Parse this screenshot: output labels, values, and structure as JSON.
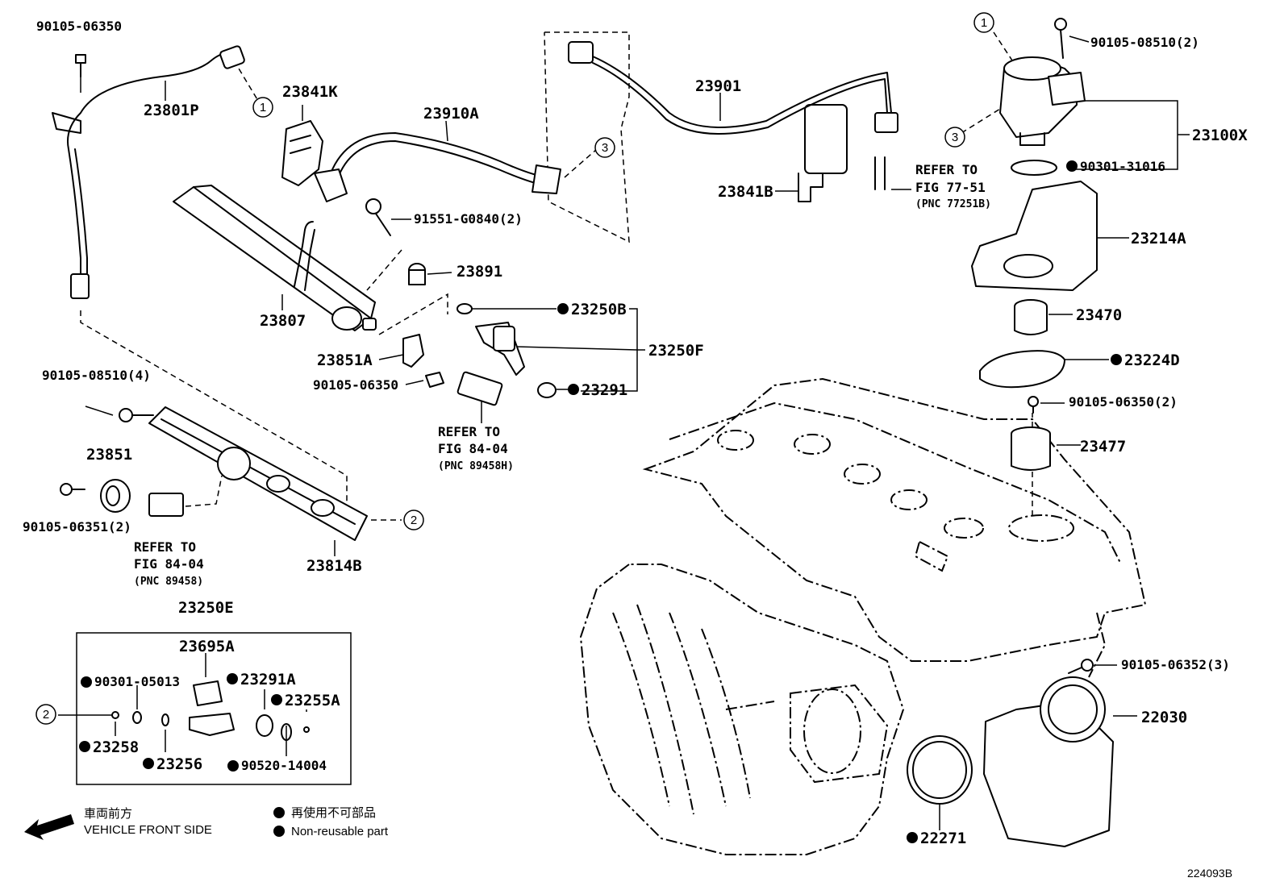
{
  "diagram_id": "224093B",
  "part_labels": [
    {
      "id": "p1",
      "text": "90105-06350"
    },
    {
      "id": "p2",
      "text": "23801P"
    },
    {
      "id": "p3",
      "text": "23841K"
    },
    {
      "id": "p4",
      "text": "23910A"
    },
    {
      "id": "p5",
      "text": "23901"
    },
    {
      "id": "p6",
      "text": "90105-08510(2)"
    },
    {
      "id": "p7",
      "text": "23100X"
    },
    {
      "id": "p8",
      "text": "90301-31016"
    },
    {
      "id": "p9",
      "text": "23841B"
    },
    {
      "id": "p10",
      "text": "91551-G0840(2)"
    },
    {
      "id": "p11",
      "text": "23891"
    },
    {
      "id": "p12",
      "text": "23807"
    },
    {
      "id": "p13",
      "text": "23214A"
    },
    {
      "id": "p14",
      "text": "23250B"
    },
    {
      "id": "p15",
      "text": "23250F"
    },
    {
      "id": "p16",
      "text": "23470"
    },
    {
      "id": "p17",
      "text": "23851A"
    },
    {
      "id": "p18",
      "text": "90105-06350"
    },
    {
      "id": "p19",
      "text": "23291"
    },
    {
      "id": "p20",
      "text": "23224D"
    },
    {
      "id": "p21",
      "text": "90105-08510(4)"
    },
    {
      "id": "p22",
      "text": "90105-06350(2)"
    },
    {
      "id": "p23",
      "text": "23477"
    },
    {
      "id": "p24",
      "text": "23851"
    },
    {
      "id": "p25",
      "text": "90105-06351(2)"
    },
    {
      "id": "p26",
      "text": "23814B"
    },
    {
      "id": "p27",
      "text": "23250E"
    },
    {
      "id": "p28",
      "text": "23695A"
    },
    {
      "id": "p29",
      "text": "90301-05013"
    },
    {
      "id": "p30",
      "text": "23291A"
    },
    {
      "id": "p31",
      "text": "23255A"
    },
    {
      "id": "p32",
      "text": "23258"
    },
    {
      "id": "p33",
      "text": "23256"
    },
    {
      "id": "p34",
      "text": "90520-14004"
    },
    {
      "id": "p35",
      "text": "90105-06352(3)"
    },
    {
      "id": "p36",
      "text": "22030"
    },
    {
      "id": "p37",
      "text": "22271"
    }
  ],
  "references": [
    {
      "refer": "REFER TO",
      "fig": "FIG 77-51",
      "pnc": "(PNC 77251B)"
    },
    {
      "refer": "REFER TO",
      "fig": "FIG 84-04",
      "pnc": "(PNC 89458H)"
    },
    {
      "refer": "REFER TO",
      "fig": "FIG 84-04",
      "pnc": "(PNC 89458)"
    }
  ],
  "callouts": [
    "1",
    "1",
    "2",
    "2",
    "3",
    "3"
  ],
  "legend": {
    "front_jp": "車両前方",
    "front_en": "VEHICLE FRONT SIDE",
    "nonreuse_jp": "再使用不可部品",
    "nonreuse_en": "Non-reusable part"
  }
}
